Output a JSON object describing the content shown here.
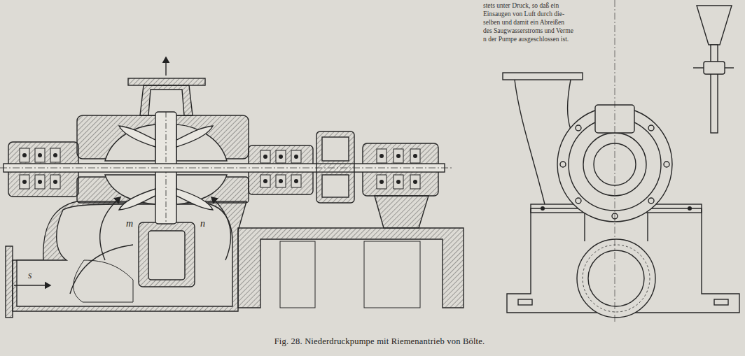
{
  "diagram": {
    "caption": "Fig. 28. Niederdruckpumpe mit Riemenantrieb von Bölte.",
    "labels": [
      "m",
      "n",
      "s",
      "stets unter Druck, so daß ein",
      "Einsaugen von Luft durch die-",
      "selben und damit ein Abreißen",
      "des Saugwasserstroms und Verme",
      "n der Pumpe ausgeschlossen ist."
    ]
  }
}
